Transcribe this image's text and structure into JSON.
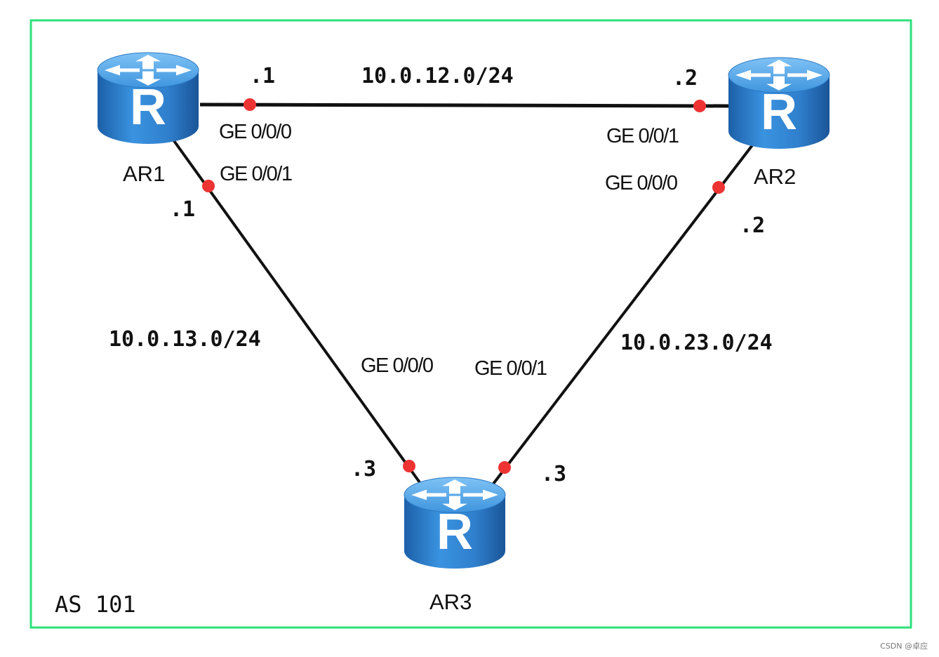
{
  "as_label": "AS 101",
  "colors": {
    "frame": "#2ee07a",
    "link": "#111111",
    "port_dot": "#ee3333",
    "router_body": "#2f86d6"
  },
  "routers": [
    {
      "id": "ar1",
      "label": "AR1",
      "icon": "router-icon"
    },
    {
      "id": "ar2",
      "label": "AR2",
      "icon": "router-icon"
    },
    {
      "id": "ar3",
      "label": "AR3",
      "icon": "router-icon"
    }
  ],
  "links": [
    {
      "id": "ar1-ar2",
      "subnet": "10.0.12.0/24",
      "a_port": "GE 0/0/0",
      "a_host": ".1",
      "b_port": "GE 0/0/1",
      "b_host": ".2"
    },
    {
      "id": "ar1-ar3",
      "subnet": "10.0.13.0/24",
      "a_port": "GE 0/0/1",
      "a_host": ".1",
      "b_port": "GE 0/0/0",
      "b_host": ".3"
    },
    {
      "id": "ar2-ar3",
      "subnet": "10.0.23.0/24",
      "a_port": "GE 0/0/0",
      "a_host": ".2",
      "b_port": "GE 0/0/1",
      "b_host": ".3"
    }
  ],
  "watermark": "CSDN @卓应"
}
